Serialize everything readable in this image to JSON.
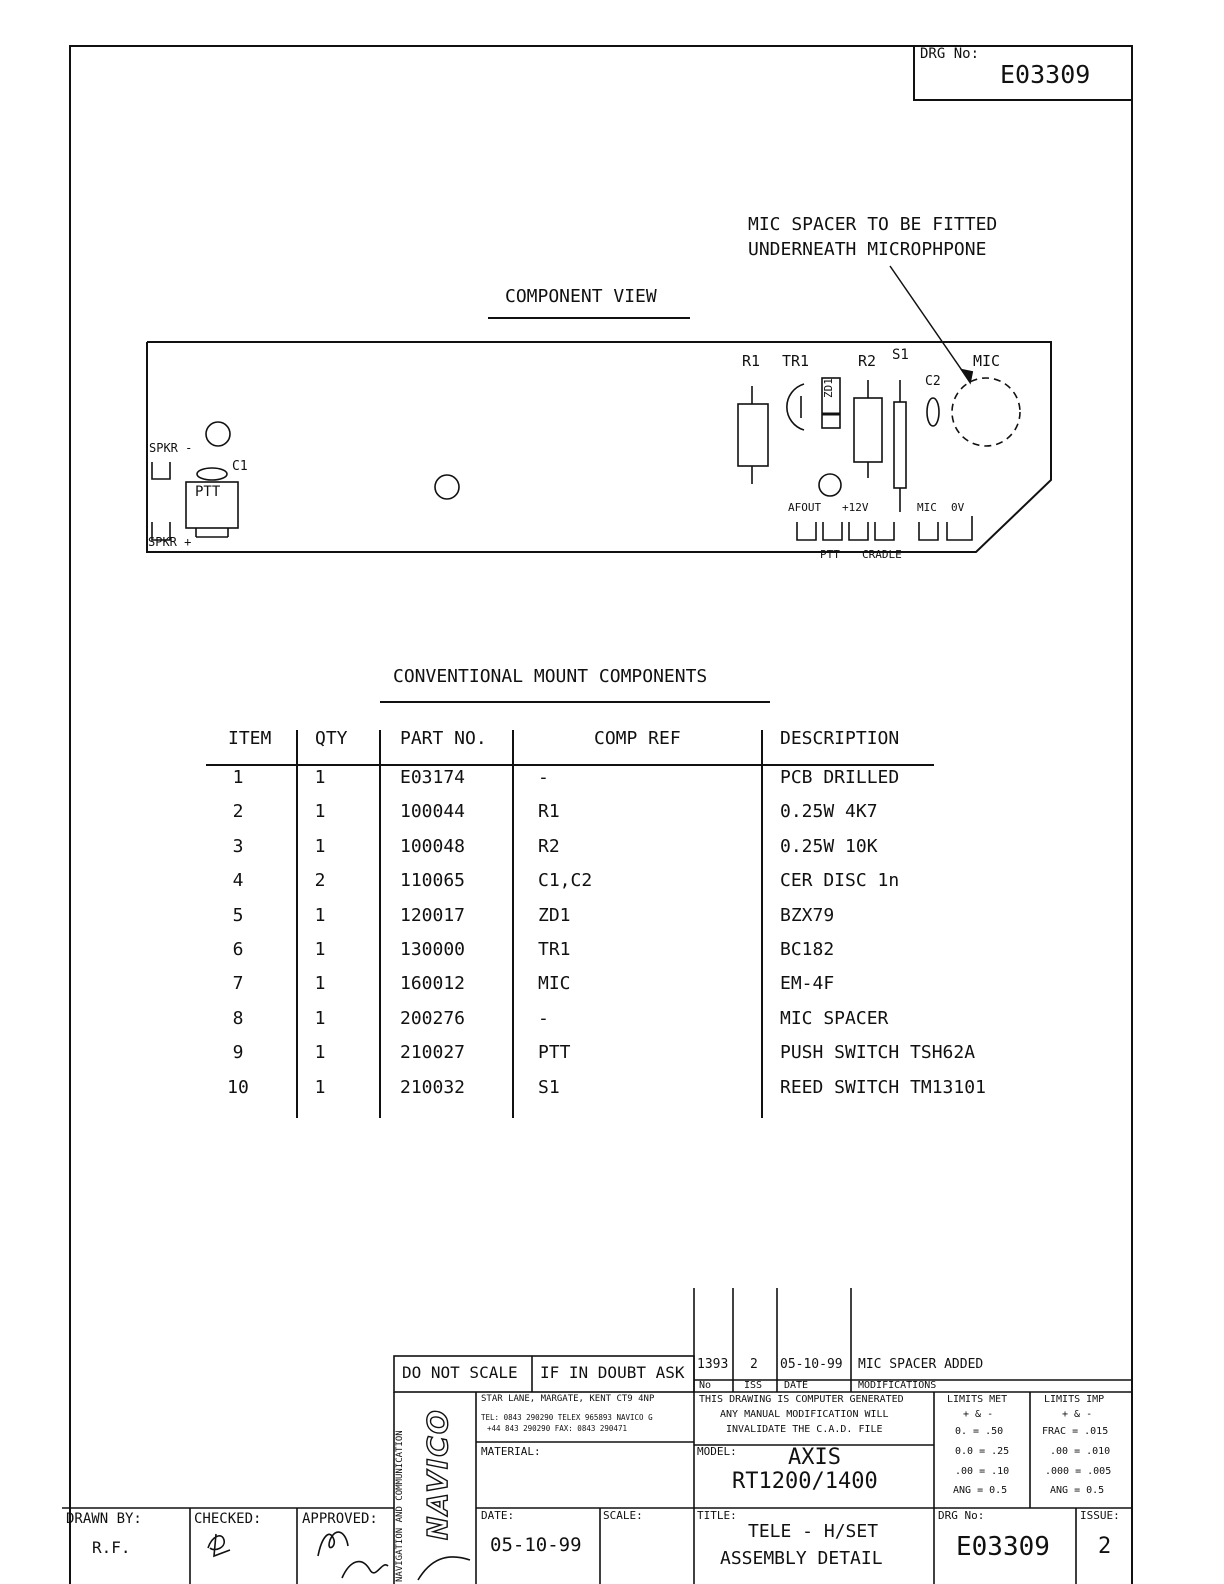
{
  "drawing_number_box": {
    "label": "DRG No:",
    "value": "E03309"
  },
  "mic_note": {
    "line1": "MIC SPACER TO BE FITTED",
    "line2": "UNDERNEATH MICROPHPONE"
  },
  "component_view": {
    "title": "COMPONENT VIEW",
    "labels": {
      "spkr_minus": "SPKR -",
      "spkr_plus": "SPKR +",
      "c1": "C1",
      "ptt": "PTT",
      "r1": "R1",
      "tr1": "TR1",
      "zd1": "ZD1",
      "r2": "R2",
      "s1": "S1",
      "c2": "C2",
      "mic": "MIC",
      "afout": "AFOUT",
      "plus12v": "+12V",
      "mic_pin": "MIC",
      "zero_v": "0V",
      "ptt_pin": "PTT",
      "cradle": "CRADLE"
    }
  },
  "parts_table": {
    "title": "CONVENTIONAL MOUNT COMPONENTS",
    "headers": [
      "ITEM",
      "QTY",
      "PART NO.",
      "COMP REF",
      "DESCRIPTION"
    ],
    "rows": [
      [
        "1",
        "1",
        "E03174",
        "-",
        "PCB DRILLED"
      ],
      [
        "2",
        "1",
        "100044",
        "R1",
        "0.25W 4K7"
      ],
      [
        "3",
        "1",
        "100048",
        "R2",
        "0.25W 10K"
      ],
      [
        "4",
        "2",
        "110065",
        "C1,C2",
        "CER DISC 1n"
      ],
      [
        "5",
        "1",
        "120017",
        "ZD1",
        "BZX79"
      ],
      [
        "6",
        "1",
        "130000",
        "TR1",
        "BC182"
      ],
      [
        "7",
        "1",
        "160012",
        "MIC",
        "EM-4F"
      ],
      [
        "8",
        "1",
        "200276",
        "-",
        "MIC SPACER"
      ],
      [
        "9",
        "1",
        "210027",
        "PTT",
        "PUSH SWITCH TSH62A"
      ],
      [
        "10",
        "1",
        "210032",
        "S1",
        "REED SWITCH TM13101"
      ]
    ]
  },
  "title_block": {
    "do_not_scale": "DO NOT SCALE",
    "if_in_doubt": "IF IN DOUBT ASK",
    "modification": {
      "no": "1393",
      "iss": "2",
      "date": "05-10-99",
      "text": "MIC SPACER ADDED"
    },
    "mod_headers": {
      "no": "No",
      "iss": "ISS",
      "date": "DATE",
      "mods": "MODIFICATIONS"
    },
    "company_side": "NAVIGATION AND COMMUNICATION",
    "company_logo": "NAVICO",
    "address": "STAR LANE, MARGATE, KENT CT9 4NP",
    "tel_line1": "TEL: 0843 290290 TELEX 965893 NAVICO G",
    "tel_line2": "+44 843 290290  FAX: 0843 290471",
    "cad_notice": [
      "THIS DRAWING IS COMPUTER GENERATED",
      "ANY MANUAL MODIFICATION WILL",
      "INVALIDATE THE C.A.D. FILE"
    ],
    "limits_met": {
      "title": "LIMITS MET",
      "sub": "+ & -",
      "lines": [
        "0. = .50",
        "0.0 = .25",
        ".00 = .10",
        "ANG = 0.5"
      ]
    },
    "limits_imp": {
      "title": "LIMITS IMP",
      "sub": "+ & -",
      "lines": [
        "FRAC = .015",
        ".00 = .010",
        ".000 = .005",
        "ANG = 0.5"
      ]
    },
    "material_label": "MATERIAL:",
    "model_label": "MODEL:",
    "model_line1": "AXIS",
    "model_line2": "RT1200/1400",
    "date_label": "DATE:",
    "date_value": "05-10-99",
    "scale_label": "SCALE:",
    "title_label": "TITLE:",
    "title_line1": "TELE - H/SET",
    "title_line2": "ASSEMBLY DETAIL",
    "drg_label": "DRG No:",
    "drg_value": "E03309",
    "issue_label": "ISSUE:",
    "issue_value": "2",
    "drawn_by_label": "DRAWN BY:",
    "drawn_by_value": "R.F.",
    "checked_label": "CHECKED:",
    "approved_label": "APPROVED:"
  }
}
